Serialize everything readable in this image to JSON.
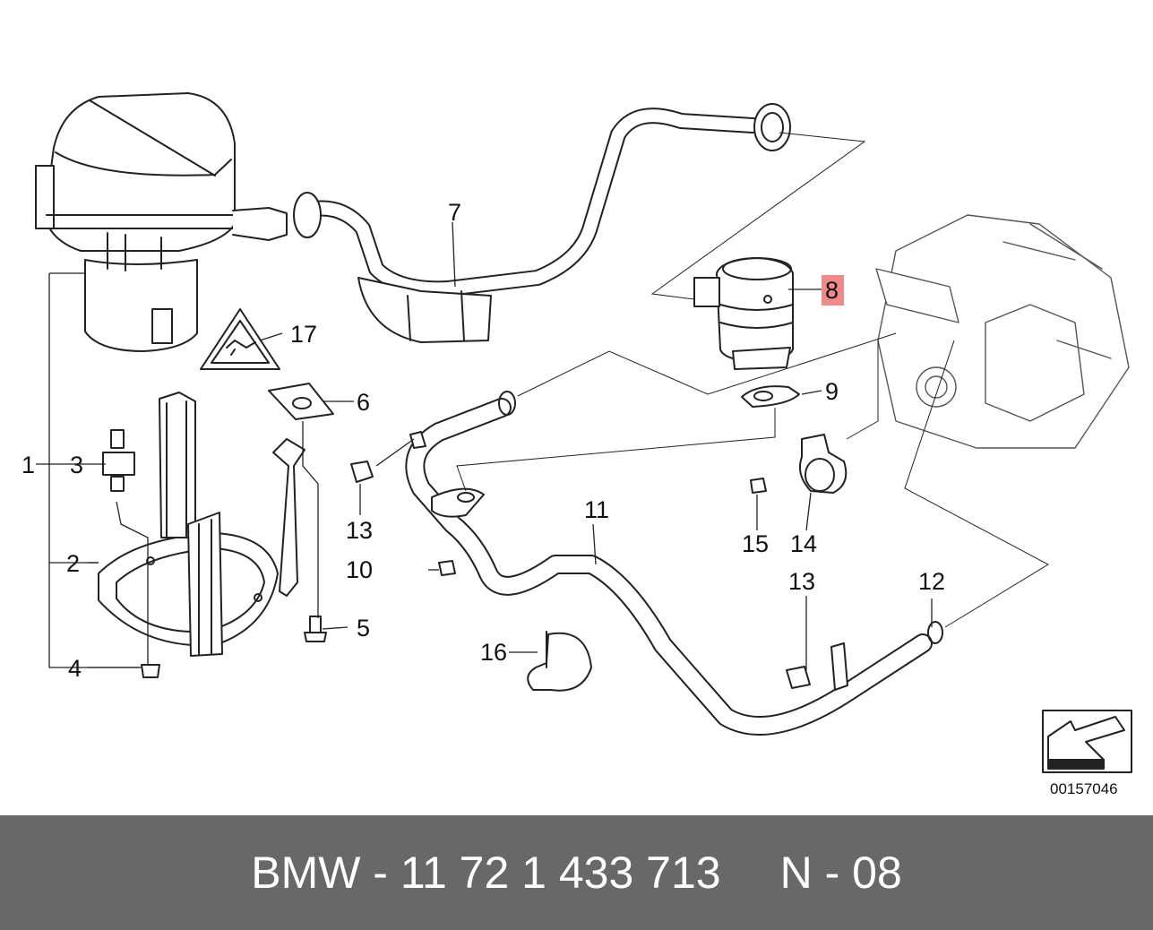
{
  "diagram": {
    "labels": {
      "p1": "1",
      "p2": "2",
      "p3": "3",
      "p4": "4",
      "p5": "5",
      "p6": "6",
      "p7": "7",
      "p8": "8",
      "p9": "9",
      "p10": "10",
      "p11": "11",
      "p12": "12",
      "p13a": "13",
      "p13b": "13",
      "p14": "14",
      "p15": "15",
      "p16": "16",
      "p17": "17"
    },
    "highlighted_part": "8",
    "highlight_color": "#f08a8a",
    "reference_code": "00157046"
  },
  "footer": {
    "part_number": "BMW - 11 72 1 433 713",
    "diagram_index": "N - 08",
    "background_color": "#686868"
  }
}
